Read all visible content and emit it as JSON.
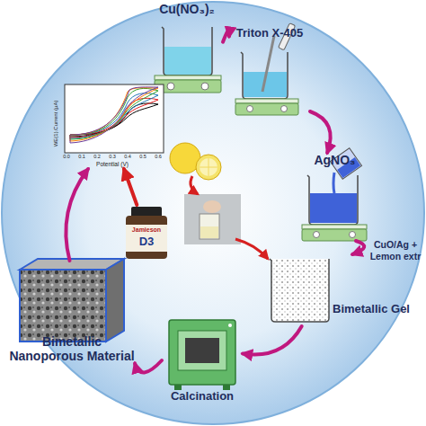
{
  "diagram": {
    "nodes": [
      {
        "text": [
          "Cu(NO₃)₂"
        ]
      },
      {
        "text": [
          "Triton X-405"
        ]
      },
      {
        "text": [
          "AgNO₃"
        ]
      },
      {
        "text": [
          "Bimetallic Gel"
        ]
      },
      {
        "text": [
          "Calcination"
        ]
      },
      {
        "text": [
          "Bimetallic Nanoporous Material"
        ]
      },
      {
        "text": [
          "WE(1).Current (μA)",
          "Potential (V)"
        ]
      },
      {
        "text": [
          "Jamieson",
          "D3"
        ]
      }
    ],
    "edges": [
      {
        "from": 0,
        "to": 1,
        "arrow": "to"
      },
      {
        "from": 1,
        "to": 2,
        "arrow": "to"
      },
      {
        "from": 2,
        "to": 3,
        "label": "CuO/Ag + Lemon extr",
        "arrow": "to"
      },
      {
        "from": 3,
        "to": 4,
        "arrow": "to"
      },
      {
        "from": 4,
        "to": 5,
        "arrow": "to"
      },
      {
        "from": 5,
        "to": 6,
        "arrow": "to"
      },
      {
        "from": 7,
        "to": 6,
        "arrow": "to"
      }
    ],
    "labels": [
      "0.0",
      "0.1",
      "0.2",
      "0.3",
      "0.4",
      "0.5",
      "0.6"
    ]
  }
}
